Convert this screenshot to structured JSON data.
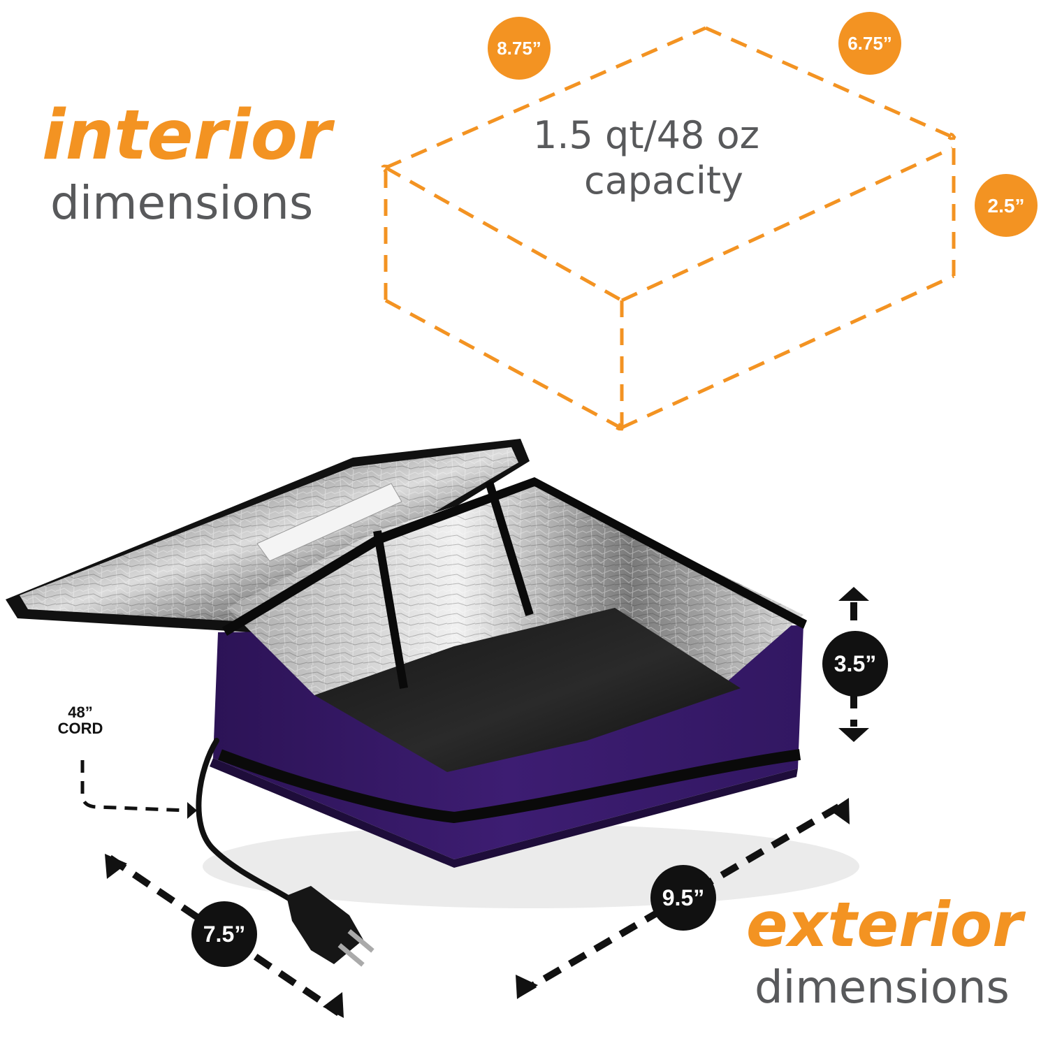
{
  "colors": {
    "accent": "#F39322",
    "text_grey": "#58595B",
    "purple": "#3C1D6F",
    "black": "#111111",
    "white": "#FFFFFF"
  },
  "interior": {
    "heading_main": "interior",
    "heading_sub": "dimensions",
    "capacity_line1": "1.5 qt/48 oz",
    "capacity_line2": "capacity",
    "length": "8.75”",
    "width": "6.75”",
    "height": "2.5”"
  },
  "exterior": {
    "heading_main": "exterior",
    "heading_sub": "dimensions",
    "length": "9.5”",
    "width": "7.5”",
    "height": "3.5”"
  },
  "cord": {
    "line1": "48”",
    "line2": "CORD"
  },
  "product": {
    "icon": "lunch-bag-illustration"
  }
}
